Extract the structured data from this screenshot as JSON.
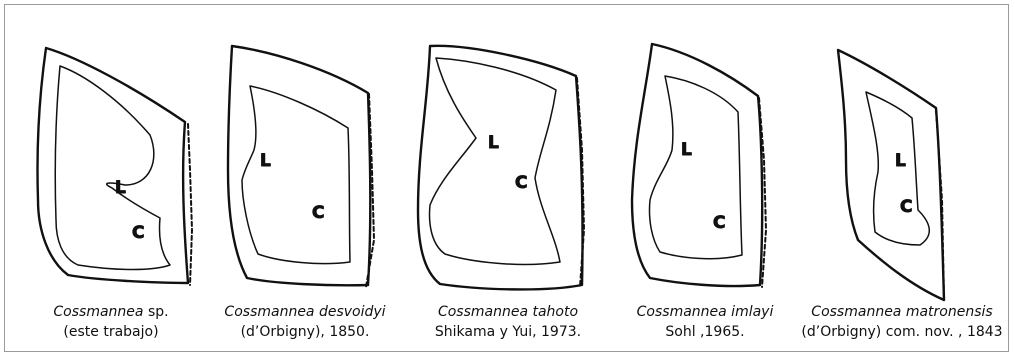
{
  "specimens": [
    {
      "label_outer": "L",
      "label_inner": "C",
      "caption_line1_name": "Cossmannea",
      "caption_line1_rest": " sp.",
      "caption_line2": "(este trabajo)"
    },
    {
      "label_outer": "L",
      "label_inner": "C",
      "caption_line1_name": "Cossmannea desvoidyi",
      "caption_line1_rest": "",
      "caption_line2": "(d’Orbigny), 1850."
    },
    {
      "label_outer": "L",
      "label_inner": "C",
      "caption_line1_name": "Cossmannea tahoto",
      "caption_line1_rest": "",
      "caption_line2": "Shikama y Yui, 1973."
    },
    {
      "label_outer": "L",
      "label_inner": "C",
      "caption_line1_name": "Cossmannea imlayi",
      "caption_line1_rest": "",
      "caption_line2": "Sohl ,1965."
    },
    {
      "label_outer": "L",
      "label_inner": "C",
      "caption_line1_name": "Cossmannea matronensis",
      "caption_line1_rest": "",
      "caption_line2": "(d’Orbigny) com. nov. , 1843"
    }
  ]
}
